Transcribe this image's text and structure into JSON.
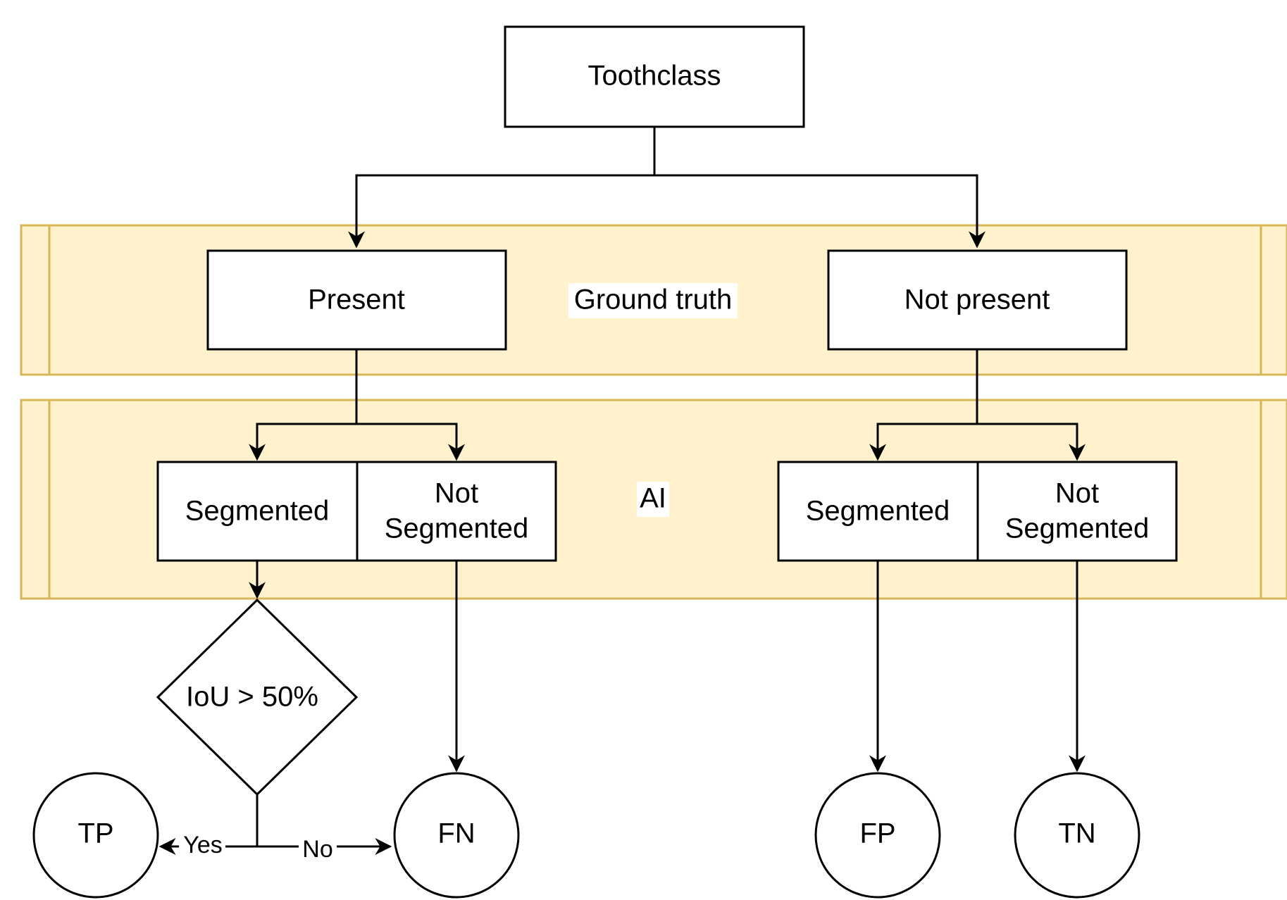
{
  "nodes": {
    "root": "Toothclass",
    "gt_present": "Present",
    "gt_not_present": "Not present",
    "ai_left_segmented": "Segmented",
    "ai_left_not_segmented_line1": "Not",
    "ai_left_not_segmented_line2": "Segmented",
    "ai_right_segmented": "Segmented",
    "ai_right_not_segmented_line1": "Not",
    "ai_right_not_segmented_line2": "Segmented",
    "decision": "IoU > 50%",
    "tp": "TP",
    "fn": "FN",
    "fp": "FP",
    "tn": "TN"
  },
  "lanes": {
    "ground_truth": "Ground truth",
    "ai": "AI"
  },
  "edges": {
    "yes": "Yes",
    "no": "No"
  },
  "colors": {
    "lane_fill": "#fff2cc",
    "lane_stroke": "#d6b656",
    "line": "#000000"
  }
}
